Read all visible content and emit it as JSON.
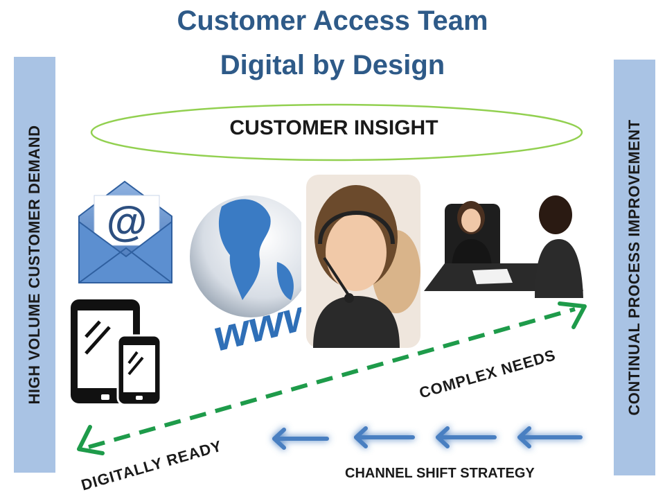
{
  "title": {
    "line1": "Customer Access Team",
    "line2": "Digital by Design"
  },
  "left_bar": {
    "label": "HIGH VOLUME CUSTOMER DEMAND"
  },
  "right_bar": {
    "label": "CONTINUAL PROCESS IMPROVEMENT"
  },
  "center_ellipse": {
    "label": "CUSTOMER INSIGHT"
  },
  "diagonal": {
    "upper_label": "COMPLEX NEEDS",
    "lower_label": "DIGITALLY READY"
  },
  "strategy": {
    "label": "CHANNEL SHIFT STRATEGY"
  },
  "images": [
    "email-envelope",
    "globe-www",
    "headset-agent",
    "face-to-face-meeting",
    "tablet-phone"
  ],
  "colors": {
    "title": "#2e5a88",
    "side_bar": "#a9c3e4",
    "ellipse": "#92d050",
    "dashed_arrow": "#1e9b4a",
    "shift_arrow": "#4a7fc1"
  }
}
